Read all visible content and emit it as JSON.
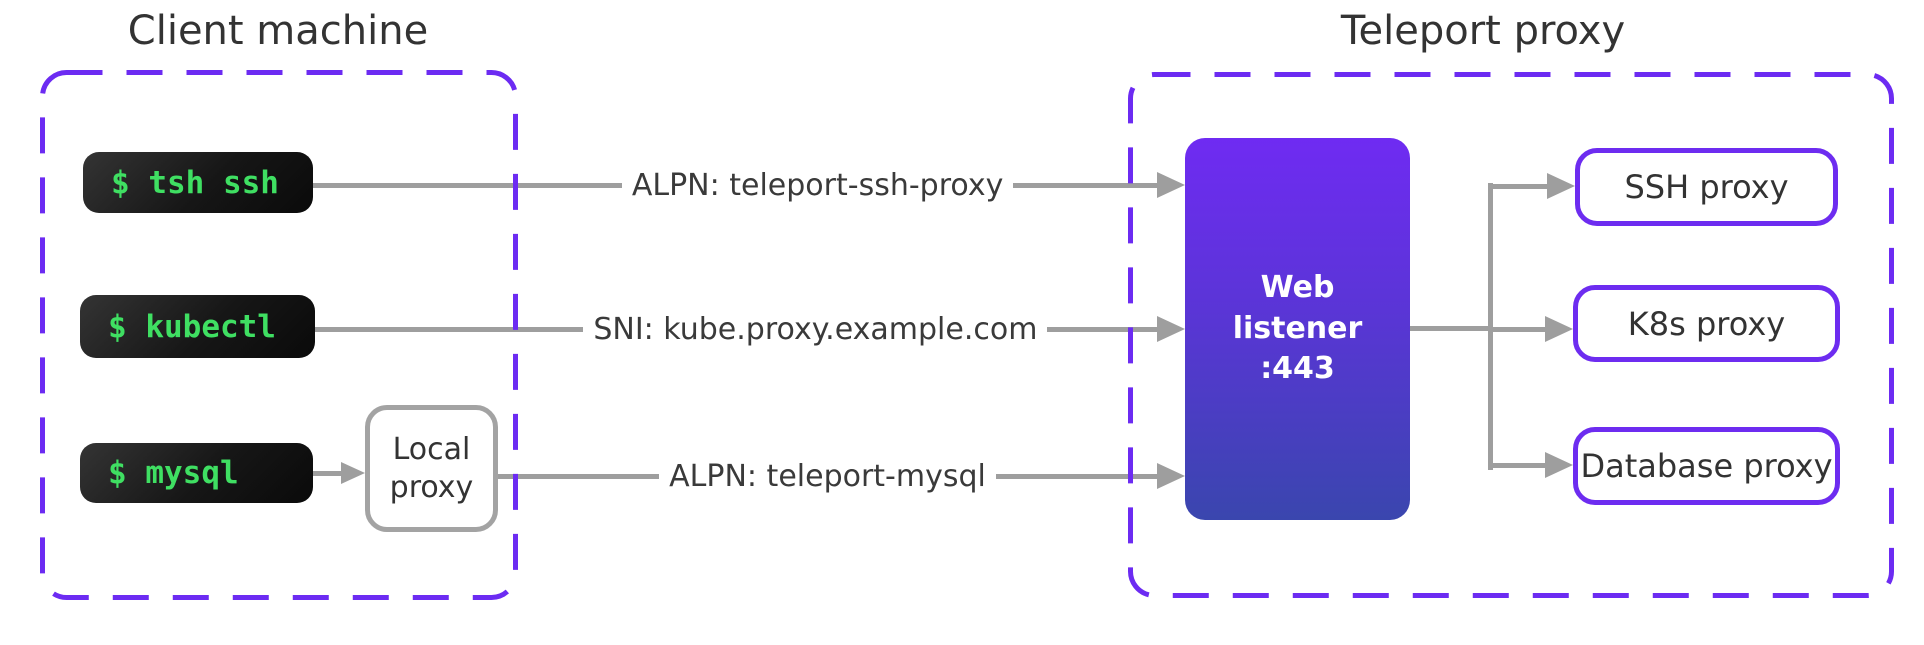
{
  "colors": {
    "accent_purple": "#6c2bf2",
    "proxy_border_purple": "#6d2cf0",
    "listener_gradient_top": "#6f2bf2",
    "listener_gradient_bottom": "#3a46ae",
    "line_gray": "#9e9e9e",
    "local_proxy_border_gray": "#a3a3a3",
    "terminal_green": "#3fdf62",
    "terminal_background": "#161616",
    "text_dark": "#333333"
  },
  "client": {
    "title": "Client machine",
    "terminals": [
      {
        "label": "$ tsh ssh"
      },
      {
        "label": "$ kubectl"
      },
      {
        "label": "$ mysql"
      }
    ],
    "local_proxy": {
      "lines": [
        "Local",
        "proxy"
      ]
    }
  },
  "connections": [
    {
      "label": "ALPN: teleport-ssh-proxy"
    },
    {
      "label": "SNI: kube.proxy.example.com"
    },
    {
      "label": "ALPN: teleport-mysql"
    }
  ],
  "teleport": {
    "title": "Teleport proxy",
    "web_listener": {
      "lines": [
        "Web",
        "listener",
        ":443"
      ]
    },
    "proxies": [
      {
        "label": "SSH proxy"
      },
      {
        "label": "K8s proxy"
      },
      {
        "label": "Database proxy"
      }
    ]
  }
}
